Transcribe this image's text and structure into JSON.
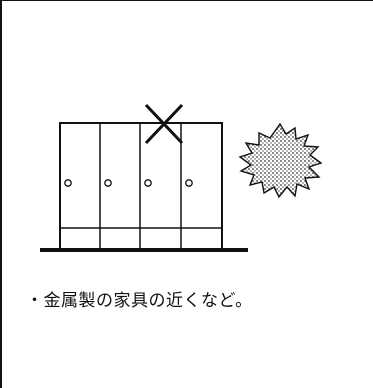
{
  "caption": {
    "text": "・金属製の家具の近くなど。"
  },
  "illustration": {
    "subject": "metal-locker-cabinet",
    "mark": "x-mark",
    "effect": "sparkle-burst",
    "meaning": "prohibited"
  },
  "colors": {
    "line": "#111111",
    "burst_fill": "#cfcfcf",
    "background": "#ffffff"
  }
}
